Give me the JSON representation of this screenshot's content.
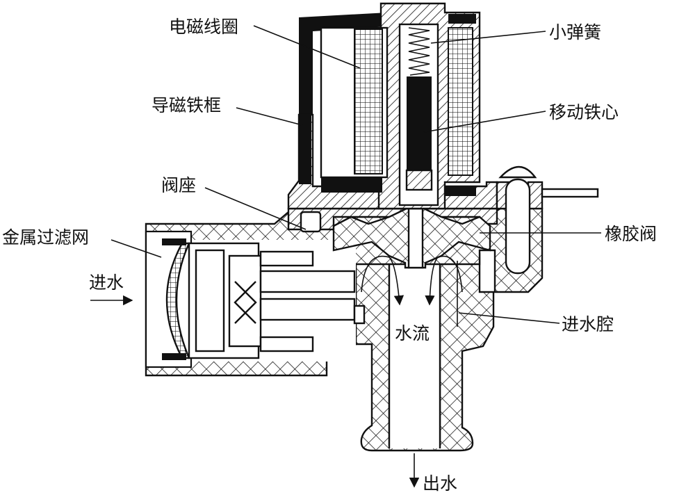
{
  "labels": {
    "coil": "电磁线圈",
    "small_spring": "小弹簧",
    "magnetic_frame": "导磁铁框",
    "moving_core": "移动铁心",
    "valve_seat": "阀座",
    "metal_filter": "金属过滤网",
    "rubber_valve": "橡胶阀",
    "water_in": "进水",
    "inlet_chamber": "进水腔",
    "water_flow": "水流",
    "water_out": "出水"
  }
}
